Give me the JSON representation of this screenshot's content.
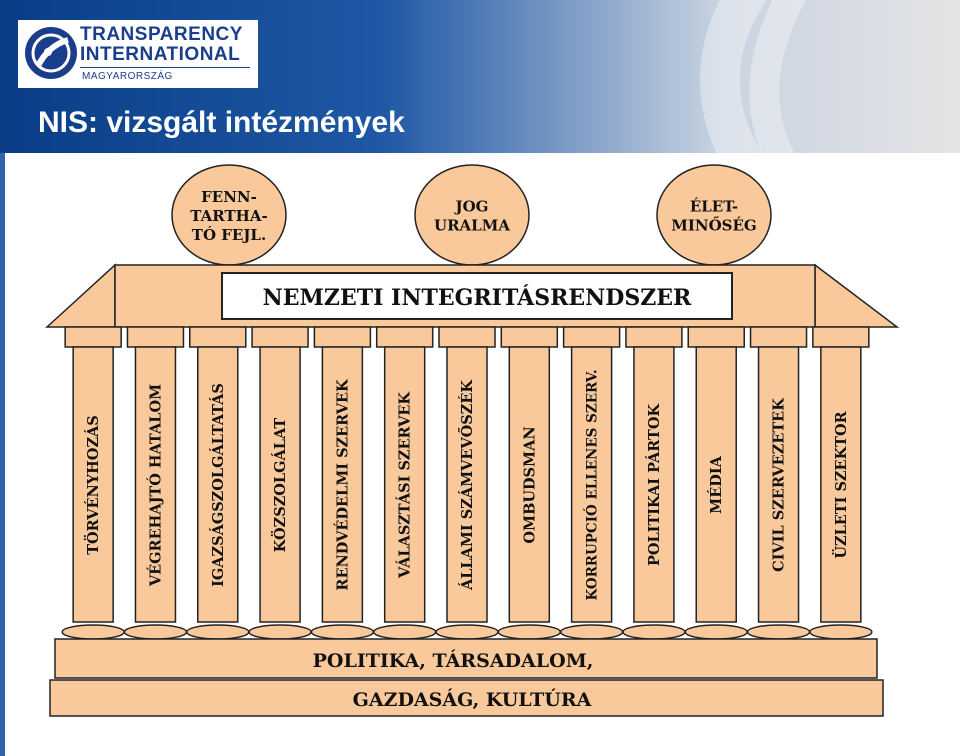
{
  "header": {
    "logo": {
      "line1": "TRANSPARENCY",
      "line2": "INTERNATIONAL",
      "sub": "MAGYARORSZÁG"
    },
    "title": "NIS: vizsgált intézmények"
  },
  "diagram": {
    "colors": {
      "fill": "#f9c99b",
      "stroke": "#222222"
    },
    "pillars_top": [
      [
        "FENN-",
        "TARTHA-",
        "TÓ FEJL."
      ],
      [
        "JOG",
        "URALMA"
      ],
      [
        "ÉLET-",
        "MINŐSÉG"
      ]
    ],
    "roof_label": "NEMZETI INTEGRITÁSRENDSZER",
    "columns": [
      "TÖRVÉNYHOZÁS",
      "VÉGREHAJTÓ HATALOM",
      "IGAZSÁGSZOLGÁLTATÁS",
      "KÖZSZOLGÁLAT",
      "RENDVÉDELMI SZERVEK",
      "VÁLASZTÁSI SZERVEK",
      "ÁLLAMI SZÁMVEVŐSZÉK",
      "OMBUDSMAN",
      "KORRUPCIÓ ELLENES SZERV.",
      "POLITIKAI PÁRTOK",
      "MÉDIA",
      "CIVIL SZERVEZETEK",
      "ÜZLETI SZEKTOR"
    ],
    "base_upper": "POLITIKA, TÁRSADALOM,",
    "base_lower": "GAZDASÁG, KULTÚRA"
  }
}
